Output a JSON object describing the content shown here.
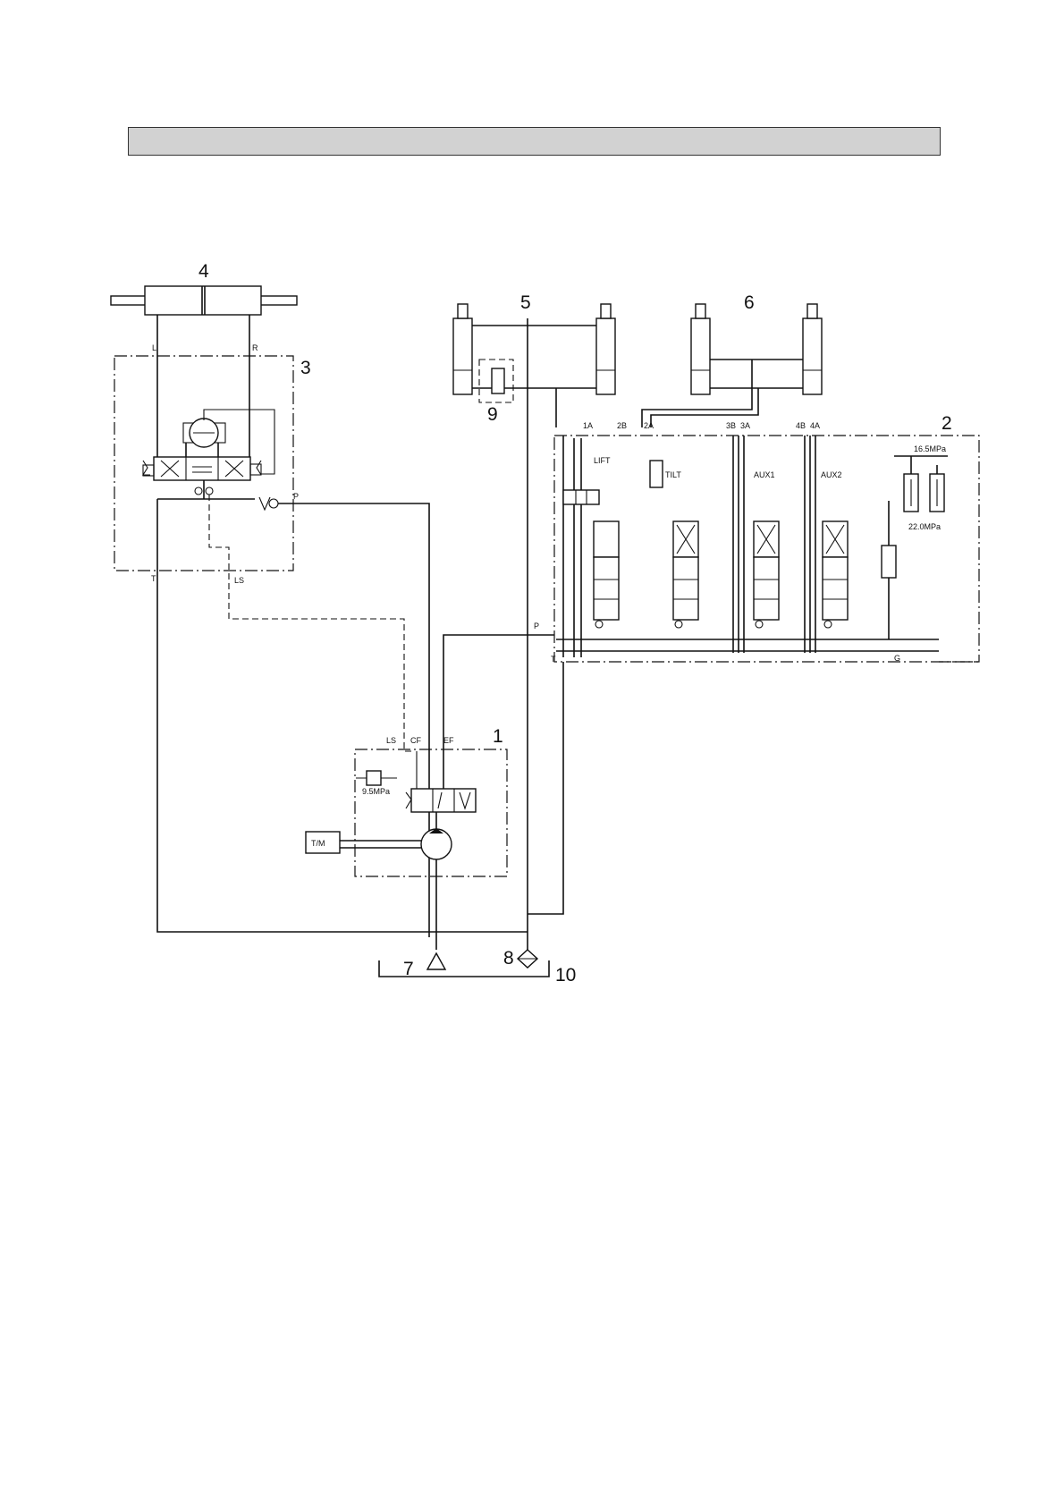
{
  "header_bar": "",
  "callouts": {
    "n1": "1",
    "n2": "2",
    "n3": "3",
    "n4": "4",
    "n5": "5",
    "n6": "6",
    "n7": "7",
    "n8": "8",
    "n9": "9",
    "n10": "10"
  },
  "port_labels": {
    "L": "L",
    "R": "R",
    "P_steer": "P",
    "T_steer": "T",
    "LS_steer": "LS",
    "P_valve": "P",
    "T_valve": "T",
    "G": "G",
    "LS_pump": "LS",
    "CF": "CF",
    "EF": "EF",
    "A1": "1A",
    "B2": "2B",
    "A2": "2A",
    "B3": "3B",
    "A3": "3A",
    "B4": "4B",
    "A4": "4A"
  },
  "section_labels": {
    "lift": "LIFT",
    "tilt": "TILT",
    "aux1": "AUX1",
    "aux2": "AUX2",
    "tm": "T/M"
  },
  "pressures": {
    "main_relief": "16.5MPa",
    "secondary_relief": "22.0MPa",
    "pump_ls": "9.5MPa"
  }
}
